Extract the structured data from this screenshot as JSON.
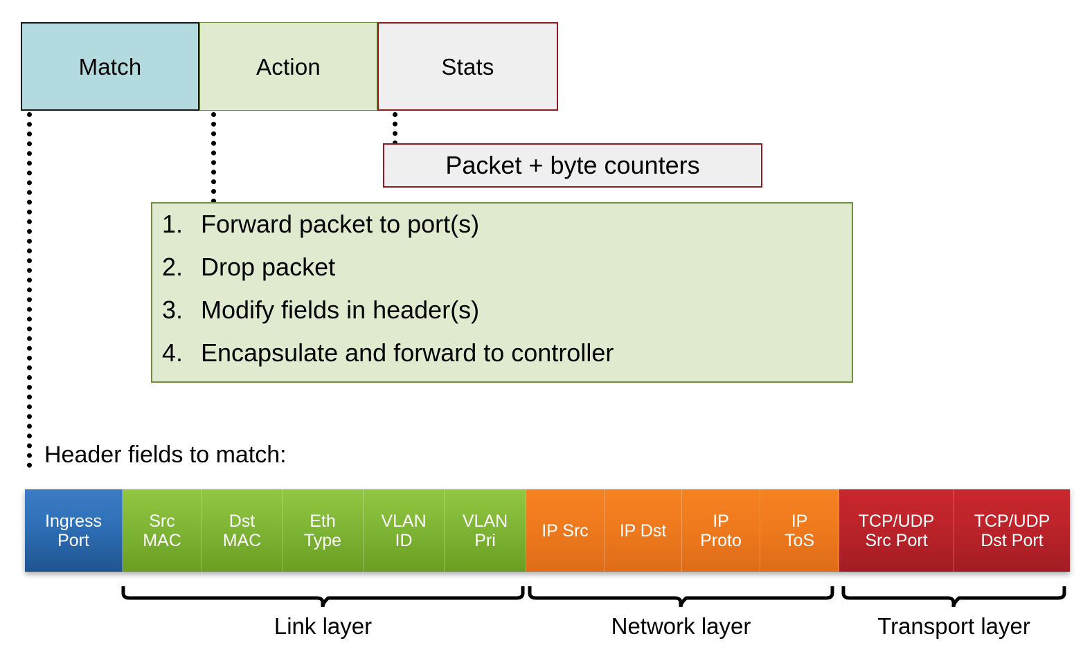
{
  "flow_entry": {
    "cells": [
      {
        "id": "match",
        "label": "Match",
        "fill": "#b3dade",
        "stroke": "#171717"
      },
      {
        "id": "action",
        "label": "Action",
        "fill": "#dfeacf",
        "stroke": "#6f8f3f"
      },
      {
        "id": "stats",
        "label": "Stats",
        "fill": "#efefef",
        "stroke": "#8d1b22"
      }
    ]
  },
  "stats_callout": {
    "text": "Packet + byte counters"
  },
  "action_callout": {
    "items": [
      {
        "num": "1.",
        "text": "Forward packet to port(s)"
      },
      {
        "num": "2.",
        "text": "Drop packet"
      },
      {
        "num": "3.",
        "text": "Modify fields in header(s)"
      },
      {
        "num": "4.",
        "text": "Encapsulate and forward to controller"
      }
    ]
  },
  "match_callout": {
    "caption": "Header fields to match:",
    "fields": [
      {
        "line1": "Ingress",
        "line2": "Port",
        "color": "#2f70b8",
        "layer": "ingress"
      },
      {
        "line1": "Src",
        "line2": "MAC",
        "color": "#80b636",
        "layer": "link"
      },
      {
        "line1": "Dst",
        "line2": "MAC",
        "color": "#80b636",
        "layer": "link"
      },
      {
        "line1": "Eth",
        "line2": "Type",
        "color": "#80b636",
        "layer": "link"
      },
      {
        "line1": "VLAN",
        "line2": "ID",
        "color": "#80b636",
        "layer": "link"
      },
      {
        "line1": "VLAN",
        "line2": "Pri",
        "color": "#80b636",
        "layer": "link"
      },
      {
        "line1": "IP Src",
        "line2": "",
        "color": "#ef7a1e",
        "layer": "network"
      },
      {
        "line1": "IP Dst",
        "line2": "",
        "color": "#ef7a1e",
        "layer": "network"
      },
      {
        "line1": "IP",
        "line2": "Proto",
        "color": "#ef7a1e",
        "layer": "network"
      },
      {
        "line1": "IP",
        "line2": "ToS",
        "color": "#ef7a1e",
        "layer": "network"
      },
      {
        "line1": "TCP/UDP",
        "line2": "Src Port",
        "color": "#bc232a",
        "layer": "transport"
      },
      {
        "line1": "TCP/UDP",
        "line2": "Dst Port",
        "color": "#bc232a",
        "layer": "transport"
      }
    ],
    "layers": [
      {
        "id": "link",
        "label": "Link layer"
      },
      {
        "id": "network",
        "label": "Network layer"
      },
      {
        "id": "transport",
        "label": "Transport layer"
      }
    ]
  }
}
